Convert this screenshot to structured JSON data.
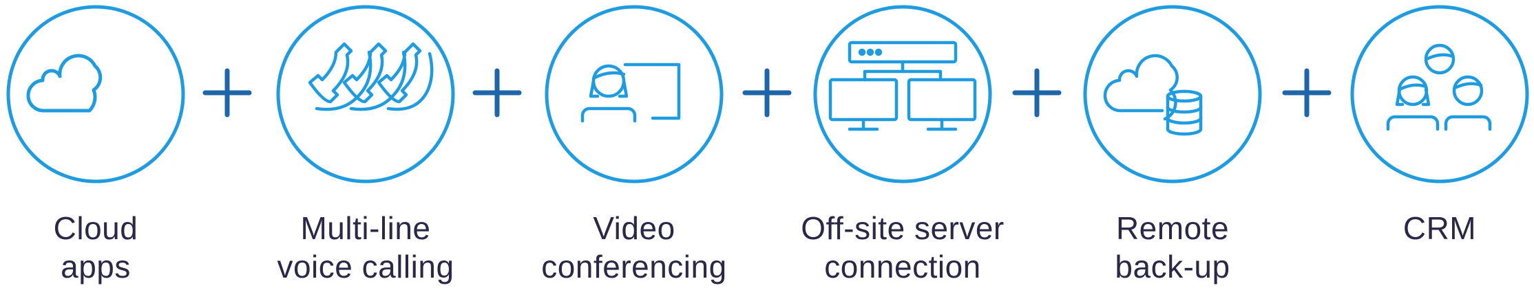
{
  "colors": {
    "circle": "#1f9be0",
    "plus": "#1f66a8",
    "text": "#2b2847"
  },
  "features": [
    {
      "id": "cloud-apps",
      "icon": "cloud-icon",
      "label_line1": "Cloud",
      "label_line2": "apps"
    },
    {
      "id": "multi-line-voice-calling",
      "icon": "phone-handsets-icon",
      "label_line1": "Multi-line",
      "label_line2": "voice calling"
    },
    {
      "id": "video-conferencing",
      "icon": "video-conference-icon",
      "label_line1": "Video",
      "label_line2": "conferencing"
    },
    {
      "id": "off-site-server-connection",
      "icon": "server-network-icon",
      "label_line1": "Off-site server",
      "label_line2": "connection"
    },
    {
      "id": "remote-back-up",
      "icon": "cloud-database-icon",
      "label_line1": "Remote",
      "label_line2": "back-up"
    },
    {
      "id": "crm",
      "icon": "people-group-icon",
      "label_line1": "CRM",
      "label_line2": ""
    }
  ],
  "connector_symbol": "plus-icon"
}
